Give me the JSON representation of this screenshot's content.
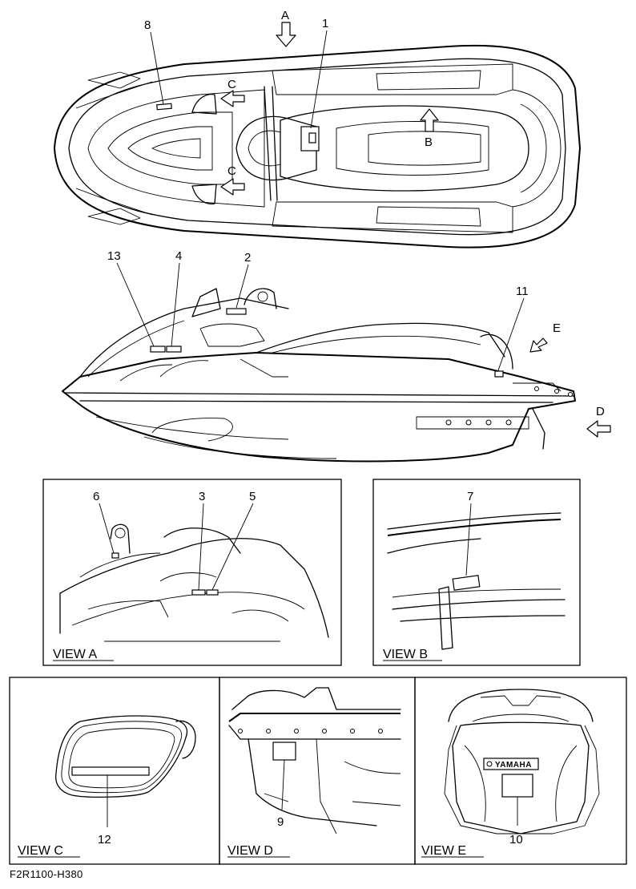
{
  "callouts": [
    "1",
    "2",
    "3",
    "4",
    "5",
    "6",
    "7",
    "8",
    "9",
    "10",
    "11",
    "12",
    "13"
  ],
  "view_arrows": {
    "a": "A",
    "b": "B",
    "c": "C",
    "d": "D",
    "e": "E"
  },
  "views": {
    "a": "VIEW A",
    "b": "VIEW B",
    "c": "VIEW C",
    "d": "VIEW D",
    "e": "VIEW E"
  },
  "plate_text": "YAMAHA",
  "figure_code": "F2R1100-H380"
}
